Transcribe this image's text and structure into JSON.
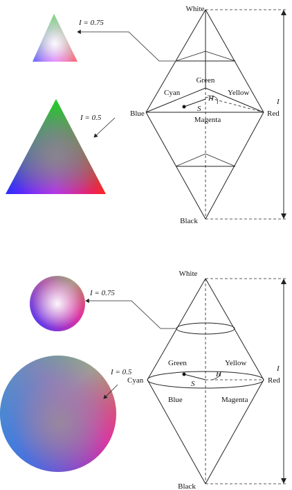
{
  "top_model": {
    "apex_top": "White",
    "apex_bottom": "Black",
    "corner_left": "Blue",
    "corner_right": "Red",
    "inner_top": "Green",
    "inner_left": "Cyan",
    "inner_right": "Yellow",
    "inner_bottom": "Magenta",
    "hue_symbol": "H",
    "sat_symbol": "S",
    "intensity_symbol": "I",
    "slice_high_label": "I = 0.75",
    "slice_mid_label": "I = 0.5"
  },
  "bottom_model": {
    "apex_top": "White",
    "apex_bottom": "Black",
    "left_point": "Cyan",
    "right_point": "Red",
    "upper_left": "Green",
    "upper_right": "Yellow",
    "lower_left": "Blue",
    "lower_right": "Magenta",
    "hue_symbol": "H",
    "sat_symbol": "S",
    "intensity_symbol": "I",
    "slice_high_label": "I = 0.75",
    "slice_mid_label": "I = 0.5"
  },
  "colors": {
    "red": "#ff1a1a",
    "green": "#2bd12b",
    "blue": "#2a2aff",
    "yellow": "#e6e61a",
    "cyan": "#20d6d6",
    "magenta": "#e020e0"
  }
}
